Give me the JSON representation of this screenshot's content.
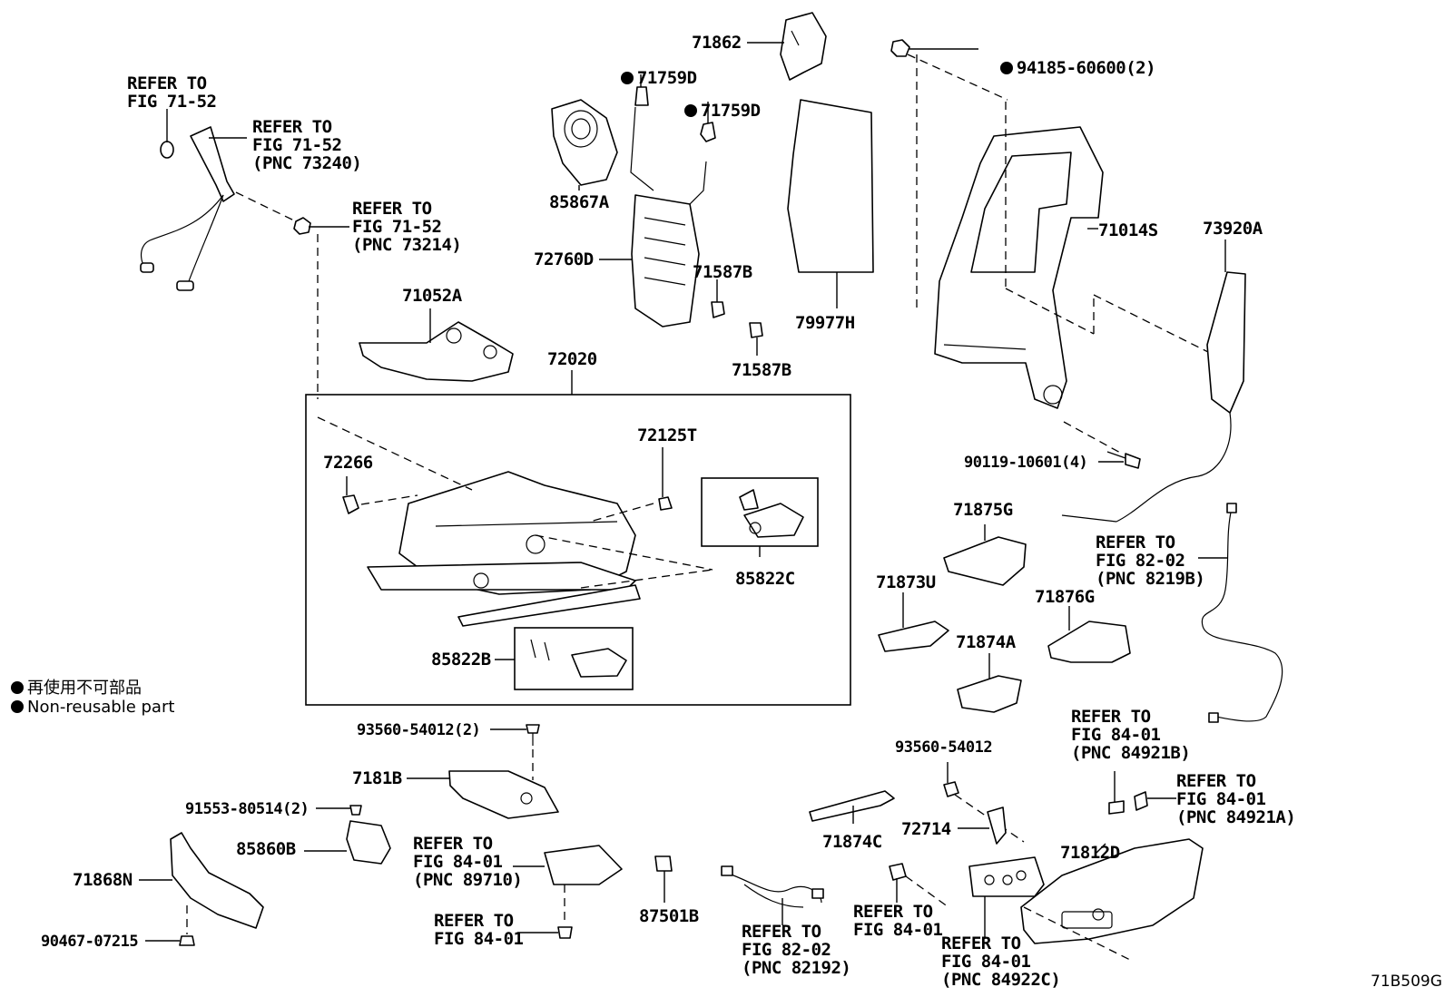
{
  "diagram_code": "71B509G",
  "legend": {
    "jp": "再使用不可部品",
    "en": "Non-reusable part"
  },
  "labels": {
    "refer_7152_a": "REFER TO\nFIG 71-52",
    "refer_7152_b": "REFER TO\nFIG 71-52\n(PNC 73240)",
    "refer_7152_c": "REFER TO\nFIG 71-52\n(PNC 73214)",
    "p71759D_1": "71759D",
    "p71759D_2": "71759D",
    "p71862": "71862",
    "p94185": "94185-60600(2)",
    "p85867A": "85867A",
    "p72760D": "72760D",
    "p71587B_1": "71587B",
    "p71587B_2": "71587B",
    "p79977H": "79977H",
    "p71014S": "71014S",
    "p73920A": "73920A",
    "p71052A": "71052A",
    "p72020": "72020",
    "p72266": "72266",
    "p72125T": "72125T",
    "p85822C": "85822C",
    "p85822B": "85822B",
    "p90119": "90119-10601(4)",
    "p71875G": "71875G",
    "p71873U": "71873U",
    "p71876G": "71876G",
    "p71874A": "71874A",
    "refer_8202_a": "REFER TO\nFIG 82-02\n(PNC 8219B)",
    "p93560_2": "93560-54012(2)",
    "p93560": "93560-54012",
    "refer_8401_b": "REFER TO\nFIG 84-01\n(PNC 84921B)",
    "refer_8401_a": "REFER TO\nFIG 84-01\n(PNC 84921A)",
    "p7181B": "7181B",
    "p91553": "91553-80514(2)",
    "p85860B": "85860B",
    "refer_8401_89710": "REFER TO\nFIG 84-01\n(PNC 89710)",
    "p71874C": "71874C",
    "p72714": "72714",
    "p71812D": "71812D",
    "p71868N": "71868N",
    "p87501B": "87501B",
    "p90467": "90467-07215",
    "refer_8401_c": "REFER TO\nFIG 84-01",
    "refer_8202_b": "REFER TO\nFIG 82-02\n(PNC 82192)",
    "refer_8401_d": "REFER TO\nFIG 84-01",
    "refer_8401_84922C": "REFER TO\nFIG 84-01\n(PNC 84922C)"
  }
}
